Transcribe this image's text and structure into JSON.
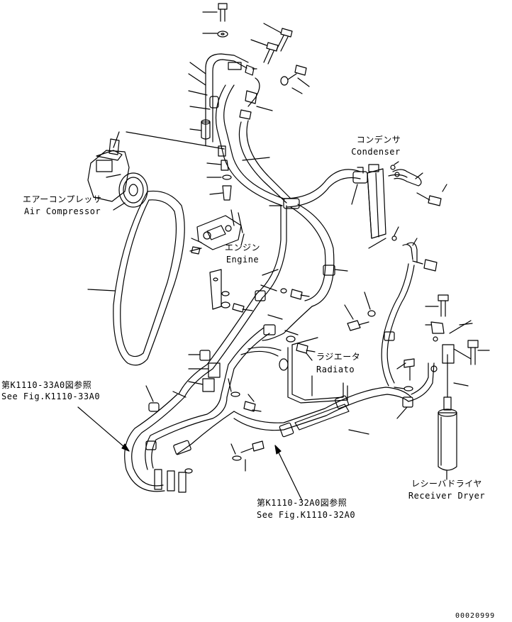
{
  "labels": {
    "condenser_jp": "コンデンサ",
    "condenser_en": "Condenser",
    "air_compressor_jp": "エアーコンプレッサ",
    "air_compressor_en": "Air Compressor",
    "engine_jp": "エンジン",
    "engine_en": "Engine",
    "radiator_jp": "ラジエータ",
    "radiator_en": "Radiato",
    "ref_33a0_jp": "第K1110-33A0図参照",
    "ref_33a0_en": "See Fig.K1110-33A0",
    "ref_32a0_jp": "第K1110-32A0図参照",
    "ref_32a0_en": "See Fig.K1110-32A0",
    "receiver_dryer_jp": "レシーバドライヤ",
    "receiver_dryer_en": "Receiver Dryer",
    "drawing_number": "00020999"
  }
}
